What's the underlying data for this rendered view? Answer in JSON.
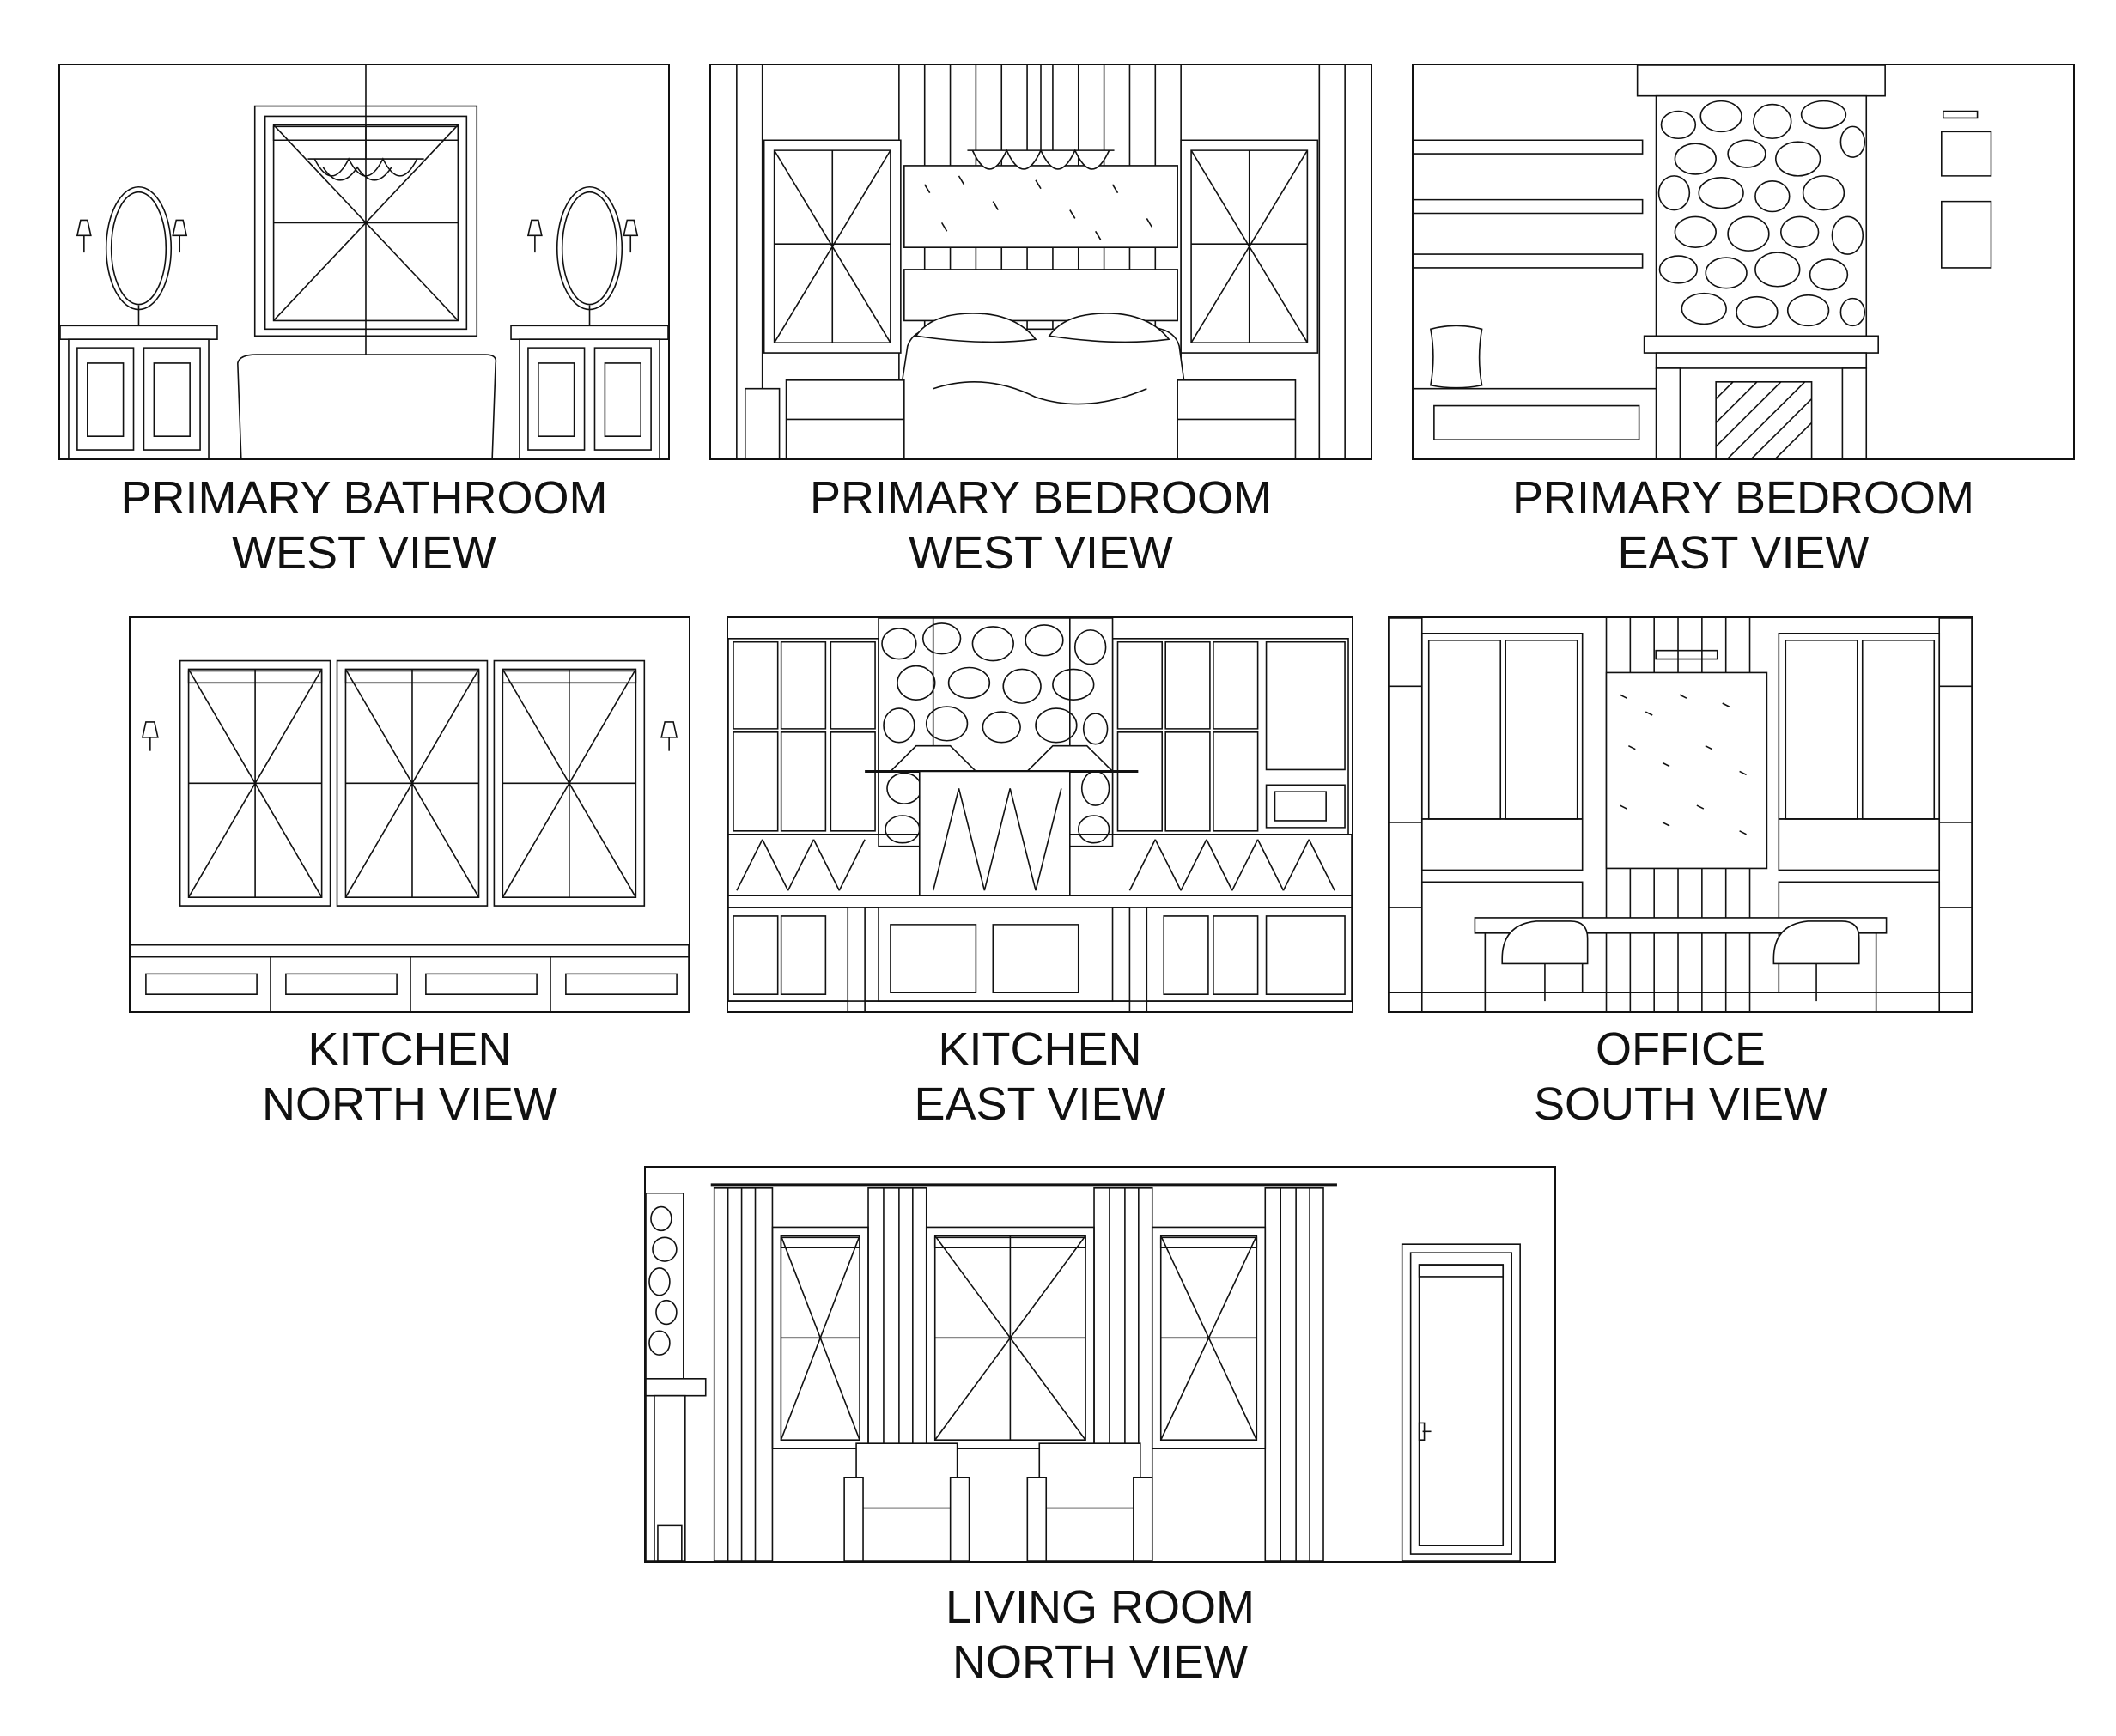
{
  "panels": [
    {
      "id": "primary-bathroom-west",
      "line1": "PRIMARY BATHROOM",
      "line2": "WEST VIEW"
    },
    {
      "id": "primary-bedroom-west",
      "line1": "PRIMARY BEDROOM",
      "line2": "WEST VIEW"
    },
    {
      "id": "primary-bedroom-east",
      "line1": "PRIMARY BEDROOM",
      "line2": "EAST VIEW"
    },
    {
      "id": "kitchen-north",
      "line1": "KITCHEN",
      "line2": "NORTH VIEW"
    },
    {
      "id": "kitchen-east",
      "line1": "KITCHEN",
      "line2": "EAST VIEW"
    },
    {
      "id": "office-south",
      "line1": "OFFICE",
      "line2": "SOUTH VIEW"
    },
    {
      "id": "living-room-north",
      "line1": "LIVING ROOM",
      "line2": "NORTH VIEW"
    }
  ],
  "colors": {
    "line": "#111111",
    "background": "#ffffff"
  }
}
